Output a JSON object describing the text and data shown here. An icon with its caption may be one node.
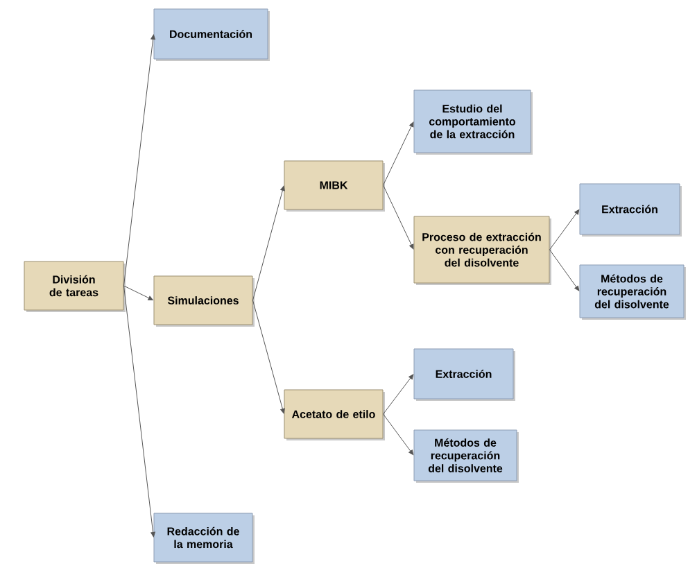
{
  "diagram": {
    "nodes": [
      {
        "text": [
          "División de tareas"
        ]
      },
      {
        "text": [
          "Documentación"
        ]
      },
      {
        "text": [
          "Simulaciones"
        ]
      },
      {
        "text": [
          "Redacción de la memoria"
        ]
      },
      {
        "text": [
          "MIBK"
        ]
      },
      {
        "text": [
          "Acetato de etilo"
        ]
      },
      {
        "text": [
          "Estudio del comportamiento de la extracción"
        ]
      },
      {
        "text": [
          "Proceso de extracción con recuperación del disolvente"
        ]
      },
      {
        "text": [
          "Extracción"
        ]
      },
      {
        "text": [
          "Métodos de recuperación del disolvente"
        ]
      },
      {
        "text": [
          "Extracción"
        ]
      },
      {
        "text": [
          "Métodos de recuperación del disolvente"
        ]
      }
    ],
    "edges": [
      {
        "from": 0,
        "to": 1,
        "arrow": "to"
      },
      {
        "from": 0,
        "to": 2,
        "arrow": "to"
      },
      {
        "from": 0,
        "to": 3,
        "arrow": "to"
      },
      {
        "from": 2,
        "to": 4,
        "arrow": "to"
      },
      {
        "from": 2,
        "to": 5,
        "arrow": "to"
      },
      {
        "from": 4,
        "to": 6,
        "arrow": "to"
      },
      {
        "from": 4,
        "to": 7,
        "arrow": "to"
      },
      {
        "from": 7,
        "to": 8,
        "arrow": "to"
      },
      {
        "from": 7,
        "to": 9,
        "arrow": "to"
      },
      {
        "from": 5,
        "to": 10,
        "arrow": "to"
      },
      {
        "from": 5,
        "to": 11,
        "arrow": "to"
      }
    ]
  }
}
